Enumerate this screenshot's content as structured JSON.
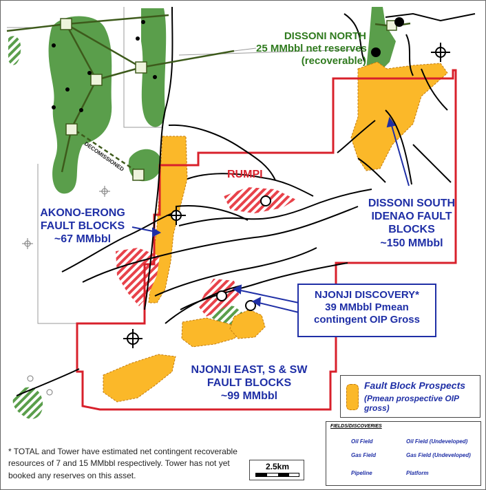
{
  "labels": {
    "dissoni_north": [
      "DISSONI NORTH",
      "25 MMbbl net reserves",
      "(recoverable)"
    ],
    "akono": [
      "AKONO-ERONG",
      "FAULT BLOCKS",
      "~67 MMbbl"
    ],
    "dissoni_south": [
      "DISSONI SOUTH",
      "IDENAO FAULT",
      "BLOCKS",
      "~150 MMbbl"
    ],
    "rumpi": "RUMPI",
    "njonji_discovery": [
      "NJONJI DISCOVERY*",
      "39 MMbbl Pmean",
      "contingent OIP Gross"
    ],
    "njonji_east": [
      "NJONJI EAST, S & SW",
      "FAULT BLOCKS",
      "~99 MMbbl"
    ],
    "decommissioned": "DECOMISSIONED"
  },
  "prospect_legend": {
    "title": "Fault Block Prospects",
    "subtitle": "(Pmean prospective OIP gross)"
  },
  "legend": {
    "heading": "FIELDS/DISCOVERIES",
    "oil_field": "Oil Field",
    "oil_field_undev": "Oil Field (Undeveloped)",
    "gas_field": "Gas Field",
    "gas_field_undev": "Gas Field (Undeveloped)",
    "pipeline": "Pipeline",
    "platform": "Platform"
  },
  "footnote": "* TOTAL and Tower have estimated net contingent recoverable resources of 7 and 15 MMbbl respectively. Tower has not yet booked any reserves on this asset.",
  "scale_bar": "2.5km",
  "colors": {
    "oil_field": "#5a9e4b",
    "prospect": "#fbb829",
    "gas_field": "#e8424a",
    "licence_boundary": "#d8202b",
    "label_blue": "#1f2fa6",
    "label_green": "#2f7a1e",
    "pipeline": "#3d5a1b"
  }
}
